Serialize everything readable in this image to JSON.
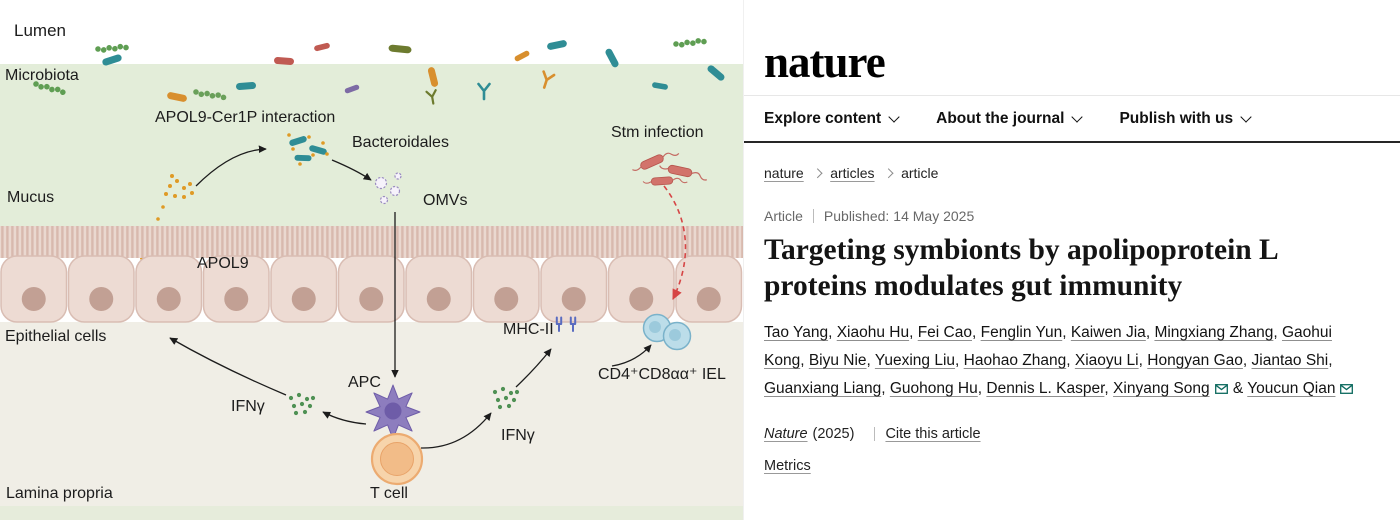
{
  "figure": {
    "labels": {
      "lumen": "Lumen",
      "microbiota": "Microbiota",
      "apol9_cer1p_interaction": "APOL9-Cer1P interaction",
      "bacteroidales": "Bacteroidales",
      "mucus": "Mucus",
      "omvs": "OMVs",
      "stm_infection": "Stm infection",
      "apol9": "APOL9",
      "epithelial_cells": "Epithelial cells",
      "mhc_ii": "MHC-II",
      "cd4_cd8_iel": "CD4⁺CD8αα⁺ IEL",
      "ifng_left": "IFNγ",
      "apc": "APC",
      "ifng_right": "IFNγ",
      "t_cell": "T cell",
      "lamina_propria": "Lamina propria"
    },
    "colors": {
      "mucus_band": "#e3edd9",
      "lamina_propria": "#f0eee6",
      "epithelium": "#eddbd3",
      "infection_arrow": "#d64545",
      "apol9_dots": "#df9a25",
      "bacteria_teal": "#2f8d95",
      "ifng_dots": "#4f9154",
      "apc_purple": "#8d7dbe",
      "tcell_orange": "#f7d4ab",
      "iel_blue": "#bcdde9"
    }
  },
  "journal": {
    "logo": "nature",
    "nav_items": [
      {
        "label": "Explore content"
      },
      {
        "label": "About the journal"
      },
      {
        "label": "Publish with us"
      }
    ],
    "breadcrumb": [
      "nature",
      "articles",
      "article"
    ],
    "article_meta": {
      "type": "Article",
      "published_label": "Published:",
      "published_date": "14 May 2025"
    },
    "title": "Targeting symbionts by apolipoprotein L proteins modulates gut immunity",
    "authors": [
      {
        "name": "Tao Yang",
        "sep": ", "
      },
      {
        "name": "Xiaohu Hu",
        "sep": ", "
      },
      {
        "name": "Fei Cao",
        "sep": ", "
      },
      {
        "name": "Fenglin Yun",
        "sep": ", "
      },
      {
        "name": "Kaiwen Jia",
        "sep": ", "
      },
      {
        "name": "Mingxiang Zhang",
        "sep": ", "
      },
      {
        "name": "Gaohui Kong",
        "sep": ", "
      },
      {
        "name": "Biyu Nie",
        "sep": ", "
      },
      {
        "name": "Yuexing Liu",
        "sep": ", "
      },
      {
        "name": "Haohao Zhang",
        "sep": ", "
      },
      {
        "name": "Xiaoyu Li",
        "sep": ", "
      },
      {
        "name": "Hongyan Gao",
        "sep": ", "
      },
      {
        "name": "Jiantao Shi",
        "sep": ", "
      },
      {
        "name": "Guanxiang Liang",
        "sep": ", "
      },
      {
        "name": "Guohong Hu",
        "sep": ", "
      },
      {
        "name": "Dennis L. Kasper",
        "sep": ", "
      },
      {
        "name": "Xinyang Song",
        "envelope": true,
        "sep": " & "
      },
      {
        "name": "Youcun Qian",
        "envelope": true,
        "sep": ""
      }
    ],
    "citation": {
      "journal": "Nature",
      "year": "(2025)",
      "cite_link": "Cite this article"
    },
    "metrics_link": "Metrics"
  }
}
